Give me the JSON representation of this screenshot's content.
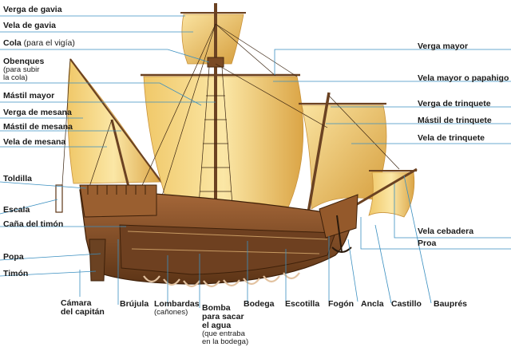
{
  "left_labels": [
    {
      "id": "verga-de-gavia",
      "main": "Verga de gavia",
      "extra": "",
      "sub": []
    },
    {
      "id": "vela-de-gavia",
      "main": "Vela de gavia",
      "extra": "",
      "sub": []
    },
    {
      "id": "cola",
      "main": "Cola",
      "extra": " (para el vigía)",
      "sub": []
    },
    {
      "id": "obenques",
      "main": "Obenques",
      "extra": "",
      "sub": [
        "(para subir",
        "la cola)"
      ]
    },
    {
      "id": "mastil-mayor",
      "main": "Mástil mayor",
      "extra": "",
      "sub": []
    },
    {
      "id": "verga-de-mesana",
      "main": "Verga de mesana",
      "extra": "",
      "sub": []
    },
    {
      "id": "mastil-de-mesana",
      "main": "Mástil de mesana",
      "extra": "",
      "sub": []
    },
    {
      "id": "vela-de-mesana",
      "main": "Vela de mesana",
      "extra": "",
      "sub": []
    },
    {
      "id": "toldilla",
      "main": "Toldilla",
      "extra": "",
      "sub": []
    },
    {
      "id": "escala",
      "main": "Escala",
      "extra": "",
      "sub": []
    },
    {
      "id": "cana-del-timon",
      "main": "Caña del timón",
      "extra": "",
      "sub": []
    },
    {
      "id": "popa",
      "main": "Popa",
      "extra": "",
      "sub": []
    },
    {
      "id": "timon",
      "main": "Timón",
      "extra": "",
      "sub": []
    }
  ],
  "right_labels": [
    {
      "id": "verga-mayor",
      "main": "Verga mayor"
    },
    {
      "id": "vela-mayor",
      "main": "Vela mayor o papahigo"
    },
    {
      "id": "verga-de-trinquete",
      "main": "Verga de trinquete"
    },
    {
      "id": "mastil-de-trinquete",
      "main": "Mástil de trinquete"
    },
    {
      "id": "vela-de-trinquete",
      "main": "Vela de trinquete"
    },
    {
      "id": "vela-cebadera",
      "main": "Vela cebadera"
    },
    {
      "id": "proa",
      "main": "Proa"
    }
  ],
  "bottom_labels": [
    {
      "id": "camara-del-capitan",
      "lines": [
        "Cámara",
        "del capitán"
      ]
    },
    {
      "id": "brujula",
      "lines": [
        "Brújula"
      ]
    },
    {
      "id": "lombardas",
      "lines": [
        "Lombardas"
      ],
      "sub": [
        "(cañones)"
      ]
    },
    {
      "id": "bomba",
      "lines": [
        "Bomba",
        "para sacar",
        "el agua"
      ],
      "sub": [
        "(que entraba",
        "en la bodega)"
      ]
    },
    {
      "id": "bodega",
      "lines": [
        "Bodega"
      ]
    },
    {
      "id": "escotilla",
      "lines": [
        "Escotilla"
      ]
    },
    {
      "id": "fogon",
      "lines": [
        "Fogón"
      ]
    },
    {
      "id": "ancla",
      "lines": [
        "Ancla"
      ]
    },
    {
      "id": "castillo",
      "lines": [
        "Castillo"
      ]
    },
    {
      "id": "baupres",
      "lines": [
        "Bauprés"
      ]
    }
  ],
  "colors": {
    "leader": "#3a8fc0",
    "sail_light": "#f7dc8a",
    "sail_dark": "#d9a53a",
    "hull": "#8a5529",
    "hull_dark": "#5e3516",
    "mast": "#6b4222"
  }
}
